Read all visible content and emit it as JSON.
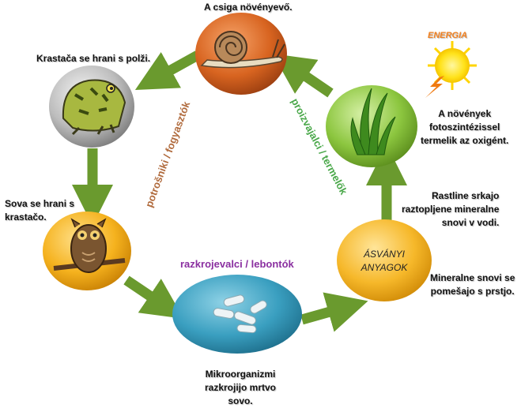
{
  "nodes": {
    "snail_caption": "A csiga növényevő.",
    "frog_caption": "Krastača se hrani  s polži.",
    "owl_caption_1": "Sova se hrani  s",
    "owl_caption_2": "krastačo.",
    "microbe_caption_1": "Mikroorganizmi",
    "microbe_caption_2": "razkrojijo mrtvo sovo.",
    "mineral_label_1": "ÁSVÁNYI",
    "mineral_label_2": "ANYAGOK",
    "mineral_caption_1": "Mineralne  snovi se",
    "mineral_caption_2": "pomešajo s prstjo.",
    "plant_absorb_1": "Rastline  srkajo",
    "plant_absorb_2": "raztopljene  mineralne",
    "plant_absorb_3": "snovi v vodi.",
    "plant_caption_1": "A növények",
    "plant_caption_2": "fotoszintézissel",
    "plant_caption_3": "termelik  az oxigént."
  },
  "energy_label": "ENERGIA",
  "roles": {
    "consumers": "potrošniki / fogyasztók",
    "producers": "proizvajalci / termelők",
    "decomposers": "razkrojevalci / lebontók"
  },
  "colors": {
    "arrow": "#6a9a2e",
    "consumers_text": "#b06a3c",
    "producers_text": "#4aa84a",
    "decomposers_text": "#8a2fa0",
    "energy_text": "#f08020"
  }
}
